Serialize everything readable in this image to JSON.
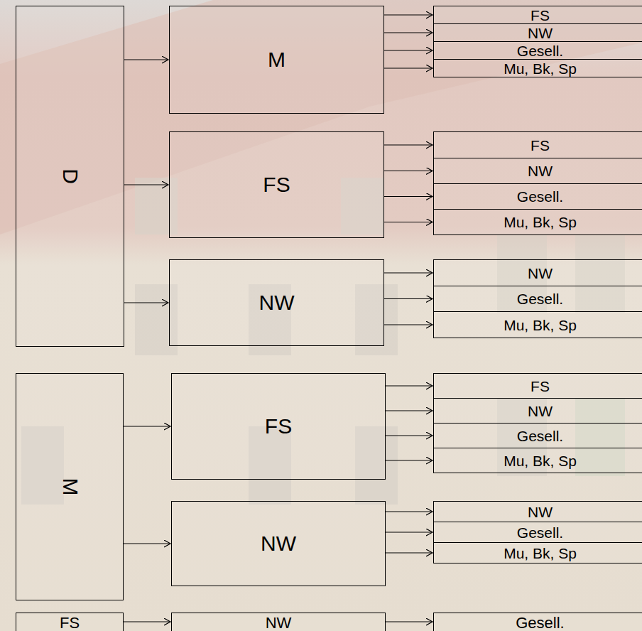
{
  "diagram": {
    "nodes": [
      {
        "text": [
          "D"
        ]
      },
      {
        "text": [
          "M"
        ]
      },
      {
        "text": [
          "FS"
        ]
      },
      {
        "text": [
          "NW"
        ]
      },
      {
        "text": [
          "Gesell."
        ]
      },
      {
        "text": [
          "Mu, Bk, Sp"
        ]
      },
      {
        "text": [
          "FS"
        ]
      },
      {
        "text": [
          "FS"
        ]
      },
      {
        "text": [
          "NW"
        ]
      },
      {
        "text": [
          "Gesell."
        ]
      },
      {
        "text": [
          "Mu, Bk, Sp"
        ]
      },
      {
        "text": [
          "NW"
        ]
      },
      {
        "text": [
          "NW"
        ]
      },
      {
        "text": [
          "Gesell."
        ]
      },
      {
        "text": [
          "Mu, Bk, Sp"
        ]
      },
      {
        "text": [
          "M"
        ]
      },
      {
        "text": [
          "FS"
        ]
      },
      {
        "text": [
          "FS"
        ]
      },
      {
        "text": [
          "NW"
        ]
      },
      {
        "text": [
          "Gesell."
        ]
      },
      {
        "text": [
          "Mu, Bk, Sp"
        ]
      },
      {
        "text": [
          "NW"
        ]
      },
      {
        "text": [
          "NW"
        ]
      },
      {
        "text": [
          "Gesell."
        ]
      },
      {
        "text": [
          "Mu, Bk, Sp"
        ]
      },
      {
        "text": [
          "FS"
        ]
      },
      {
        "text": [
          "NW"
        ]
      },
      {
        "text": [
          "Gesell."
        ]
      }
    ],
    "edges": [
      {
        "from": 0,
        "to": 1,
        "arrow": "to"
      },
      {
        "from": 0,
        "to": 6,
        "arrow": "to"
      },
      {
        "from": 0,
        "to": 11,
        "arrow": "to"
      },
      {
        "from": 1,
        "to": 2,
        "arrow": "to"
      },
      {
        "from": 1,
        "to": 3,
        "arrow": "to"
      },
      {
        "from": 1,
        "to": 4,
        "arrow": "to"
      },
      {
        "from": 1,
        "to": 5,
        "arrow": "to"
      },
      {
        "from": 6,
        "to": 7,
        "arrow": "to"
      },
      {
        "from": 6,
        "to": 8,
        "arrow": "to"
      },
      {
        "from": 6,
        "to": 9,
        "arrow": "to"
      },
      {
        "from": 6,
        "to": 10,
        "arrow": "to"
      },
      {
        "from": 11,
        "to": 12,
        "arrow": "to"
      },
      {
        "from": 11,
        "to": 13,
        "arrow": "to"
      },
      {
        "from": 11,
        "to": 14,
        "arrow": "to"
      },
      {
        "from": 15,
        "to": 16,
        "arrow": "to"
      },
      {
        "from": 15,
        "to": 21,
        "arrow": "to"
      },
      {
        "from": 16,
        "to": 17,
        "arrow": "to"
      },
      {
        "from": 16,
        "to": 18,
        "arrow": "to"
      },
      {
        "from": 16,
        "to": 19,
        "arrow": "to"
      },
      {
        "from": 16,
        "to": 20,
        "arrow": "to"
      },
      {
        "from": 21,
        "to": 22,
        "arrow": "to"
      },
      {
        "from": 21,
        "to": 23,
        "arrow": "to"
      },
      {
        "from": 21,
        "to": 24,
        "arrow": "to"
      },
      {
        "from": 25,
        "to": 26,
        "arrow": "to"
      },
      {
        "from": 26,
        "to": 27,
        "arrow": "to"
      }
    ]
  }
}
